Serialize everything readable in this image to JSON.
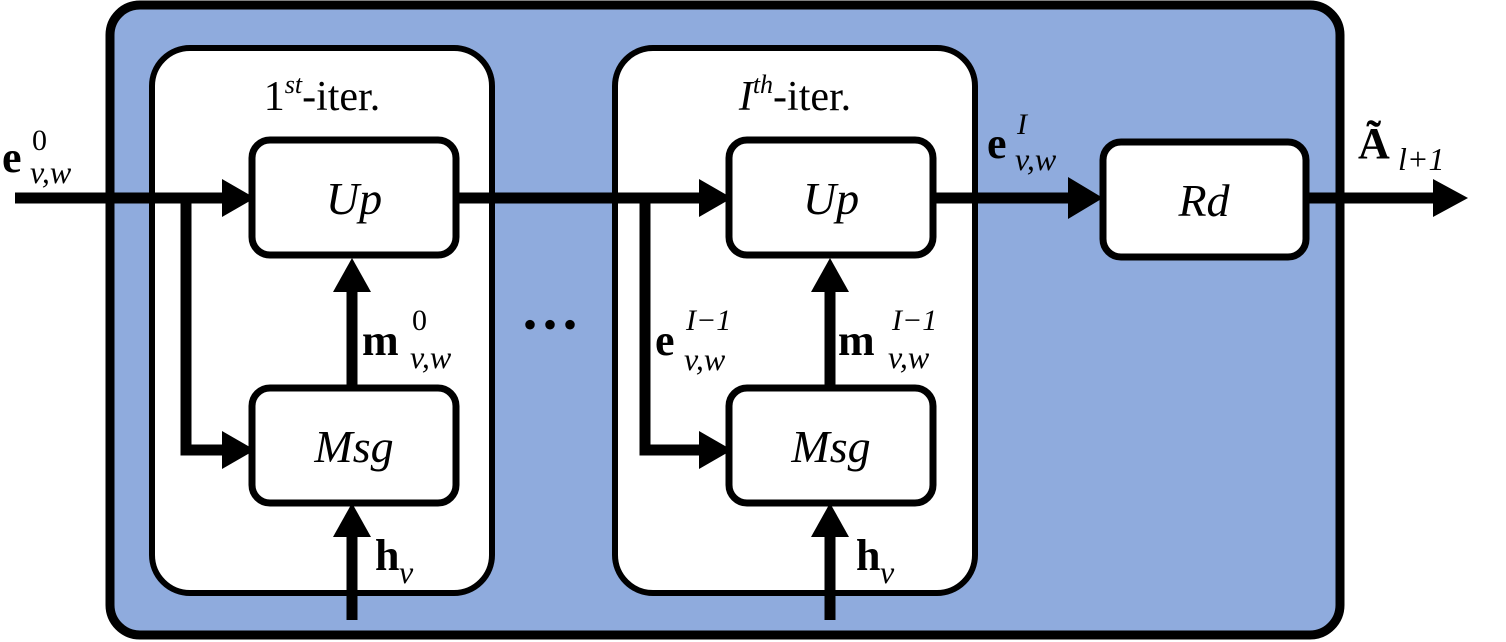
{
  "colors": {
    "outer_fill": "#8FABDD",
    "stroke": "#000000",
    "box_fill": "#FFFFFF"
  },
  "iterations": {
    "first": {
      "num": "1",
      "sup": "st",
      "suffix": "-iter."
    },
    "last": {
      "num": "I",
      "sup": "th",
      "suffix": "-iter."
    }
  },
  "blocks": {
    "up": "Up",
    "msg": "Msg",
    "rd": "Rd"
  },
  "ellipsis": "•••",
  "signals": {
    "input_edge": {
      "base": "e",
      "sup": "0",
      "sub": "v,w"
    },
    "msg_first": {
      "base": "m",
      "sup": "0",
      "sub": "v,w"
    },
    "hidden_first": {
      "base": "h",
      "sub": "v"
    },
    "edge_prev": {
      "base": "e",
      "sup": "I−1",
      "sub": "v,w"
    },
    "msg_last": {
      "base": "m",
      "sup": "I−1",
      "sub": "v,w"
    },
    "hidden_last": {
      "base": "h",
      "sub": "v"
    },
    "output_edge": {
      "base": "e",
      "sup": "I",
      "sub": "v,w"
    },
    "output_adj": {
      "base": "Ã",
      "sub": "l+1"
    }
  }
}
